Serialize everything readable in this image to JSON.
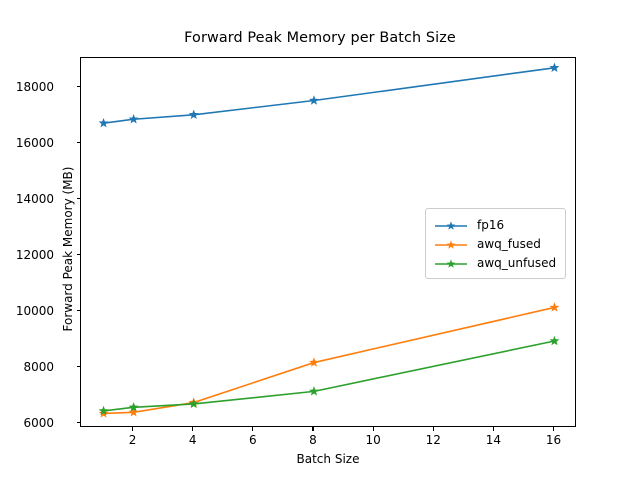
{
  "chart_data": {
    "type": "line",
    "title": "Forward Peak Memory per Batch Size",
    "xlabel": "Batch Size",
    "ylabel": "Forward Peak Memory (MB)",
    "x": [
      1,
      2,
      4,
      8,
      16
    ],
    "xlim": [
      0.25,
      16.75
    ],
    "ylim": [
      5840,
      19070
    ],
    "xticks": [
      2,
      4,
      6,
      8,
      10,
      12,
      14,
      16
    ],
    "xtick_labels": [
      "2",
      "4",
      "6",
      "8",
      "10",
      "12",
      "14",
      "16"
    ],
    "yticks": [
      6000,
      8000,
      10000,
      12000,
      14000,
      16000,
      18000
    ],
    "ytick_labels": [
      "6000",
      "8000",
      "10000",
      "12000",
      "14000",
      "16000",
      "18000"
    ],
    "grid": false,
    "legend_position": "center right",
    "marker": "star",
    "series": [
      {
        "name": "fp16",
        "color": "#1f77b4",
        "values": [
          16740,
          16880,
          17040,
          17550,
          18720
        ]
      },
      {
        "name": "awq_fused",
        "color": "#ff7f0e",
        "values": [
          6360,
          6400,
          6750,
          8180,
          10150
        ]
      },
      {
        "name": "awq_unfused",
        "color": "#2ca02c",
        "values": [
          6450,
          6580,
          6700,
          7150,
          8950
        ]
      }
    ]
  }
}
